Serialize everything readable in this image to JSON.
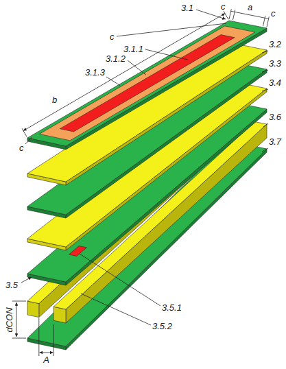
{
  "diagram": {
    "labels": [
      "3.1",
      "c",
      "a",
      "c",
      "c",
      "3.1.1",
      "3.1.2",
      "3.1.3",
      "b",
      "3.2",
      "3.3",
      "3.4",
      "3.6",
      "3.7",
      "c",
      "3.5",
      "dCON",
      "3.5.1",
      "3.5.2",
      "A"
    ]
  }
}
